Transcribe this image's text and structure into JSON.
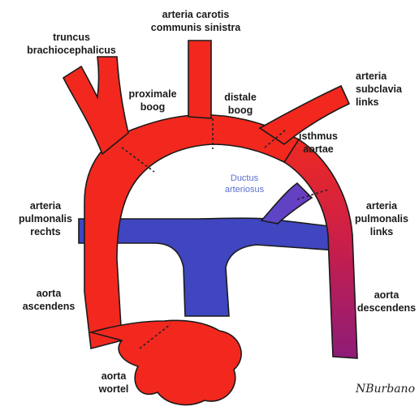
{
  "labels": {
    "truncus_l1": "truncus",
    "truncus_l2": "brachiocephalicus",
    "carotis_l1": "arteria carotis",
    "carotis_l2": "communis sinistra",
    "proximale_l1": "proximale",
    "proximale_l2": "boog",
    "distale_l1": "distale",
    "distale_l2": "boog",
    "subclavia_l1": "arteria",
    "subclavia_l2": "subclavia",
    "subclavia_l3": "links",
    "isthmus_l1": "isthmus",
    "isthmus_l2": "aortae",
    "ductus_l1": "Ductus",
    "ductus_l2": "arteriosus",
    "pulm_rechts_l1": "arteria",
    "pulm_rechts_l2": "pulmonalis",
    "pulm_rechts_l3": "rechts",
    "pulm_links_l1": "arteria",
    "pulm_links_l2": "pulmonalis",
    "pulm_links_l3": "links",
    "ascendens_l1": "aorta",
    "ascendens_l2": "ascendens",
    "descendens_l1": "aorta",
    "descendens_l2": "descendens",
    "wortel_l1": "aorta",
    "wortel_l2": "wortel"
  },
  "signature": "NBurbano",
  "colors": {
    "aorta_red": "#f2281e",
    "pulmonary_blue": "#4048c0",
    "descending_purple": "#9a1a6a"
  }
}
